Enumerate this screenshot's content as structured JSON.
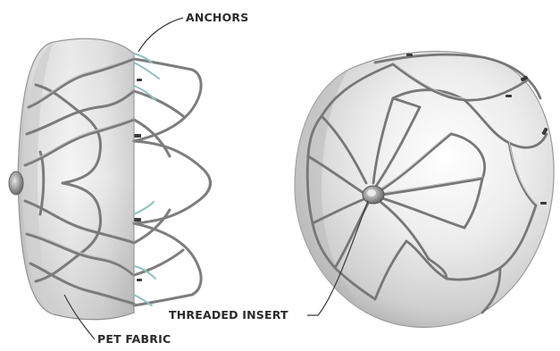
{
  "figure": {
    "labels": {
      "anchors": "ANCHORS",
      "threaded_insert": "THREADED INSERT",
      "pet_fabric": "PET FABRIC"
    },
    "colors": {
      "fabric_light": "#f4f4f4",
      "fabric_mid": "#d9d9d9",
      "fabric_shadow": "#a9a9a9",
      "wire": "#7b7b7b",
      "wire_highlight": "#bdbdbd",
      "anchor_tint": "#8fc1bd",
      "leader_line": "#3a3a3a",
      "label_text": "#2b2b2b"
    }
  }
}
